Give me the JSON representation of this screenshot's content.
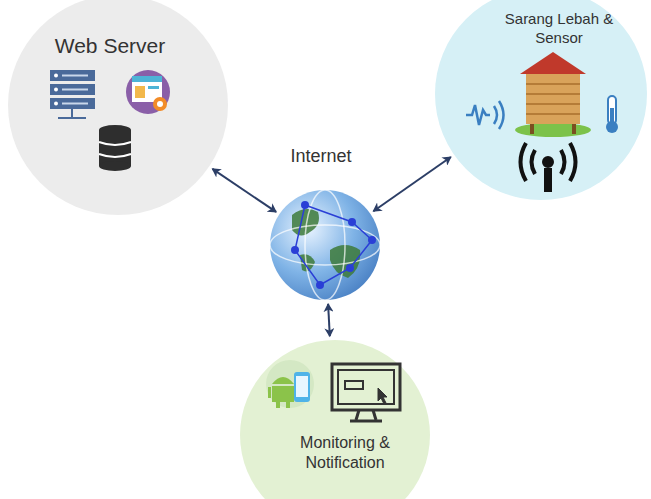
{
  "diagram": {
    "nodes": [
      {
        "text": [
          "Web Server"
        ]
      },
      {
        "text": [
          "Sarang Lebah & Sensor"
        ]
      },
      {
        "text": [
          "Internet"
        ]
      },
      {
        "text": [
          "Monitoring & Notification"
        ]
      }
    ],
    "edges": [
      {
        "from": 0,
        "to": 2,
        "arrow": "both"
      },
      {
        "from": 2,
        "to": 1,
        "arrow": "both"
      },
      {
        "from": 2,
        "to": 3,
        "arrow": "both"
      }
    ]
  }
}
